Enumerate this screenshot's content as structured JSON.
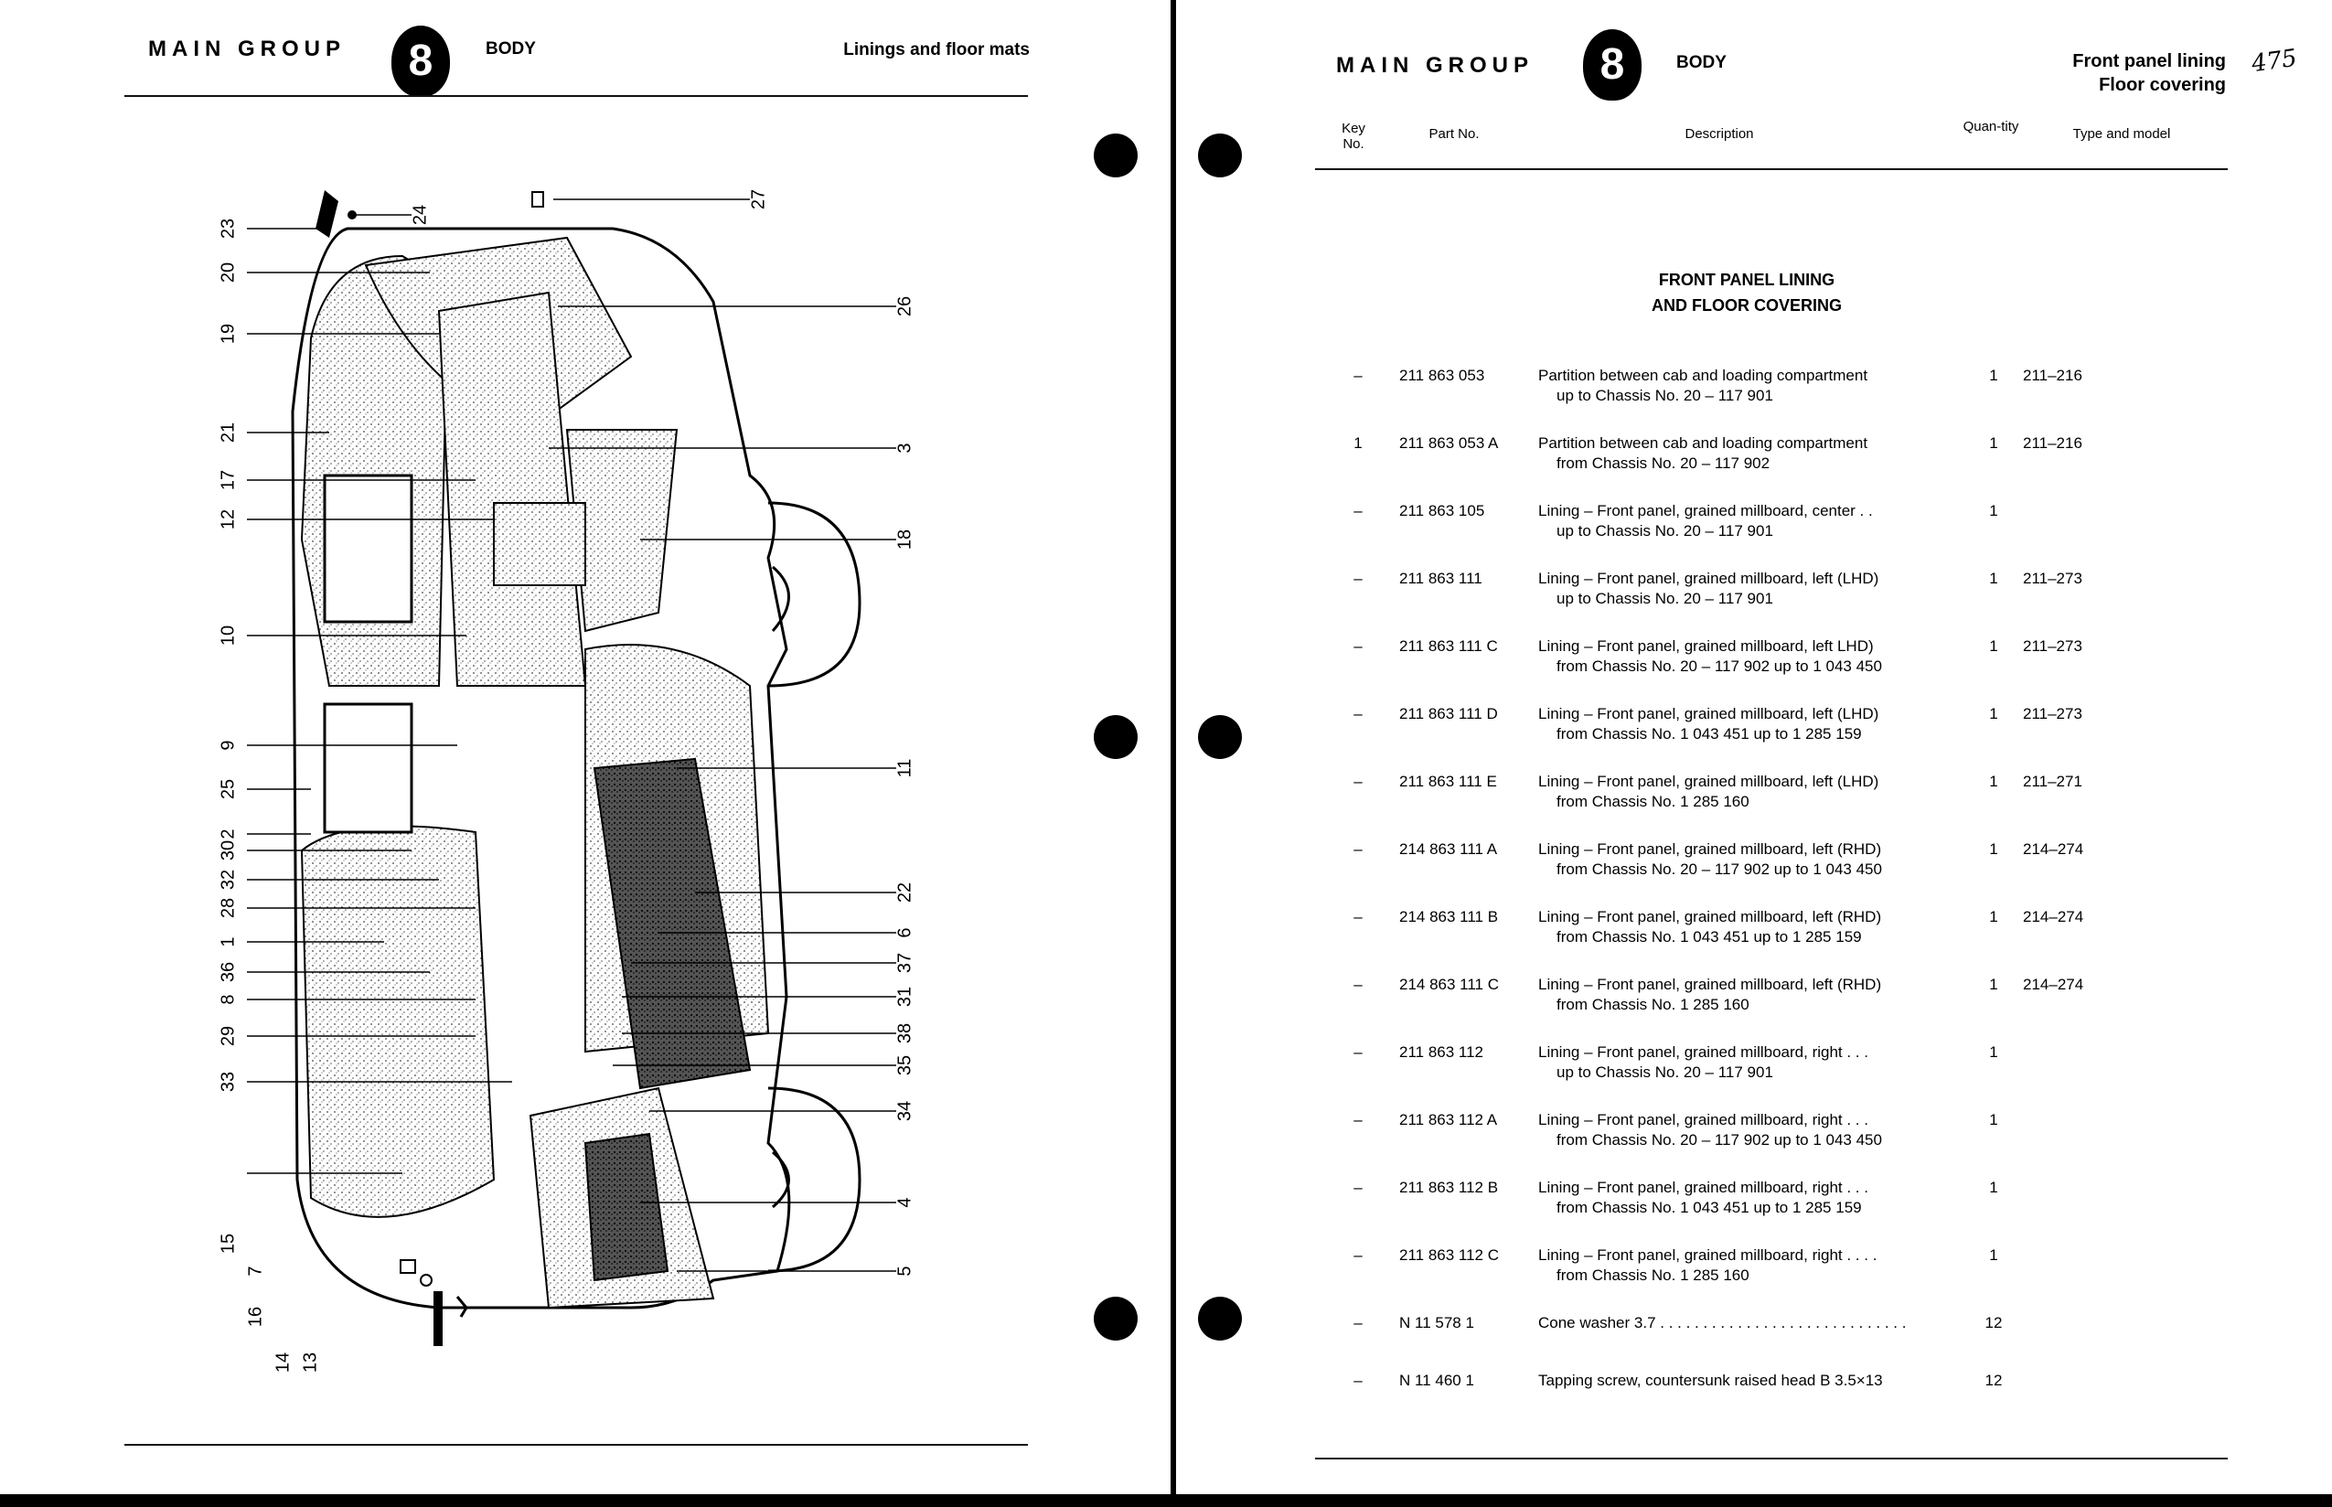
{
  "left": {
    "main_group": "MAIN GROUP",
    "group_no": "8",
    "body": "BODY",
    "title": "Linings and floor mats",
    "callouts": [
      "23",
      "24",
      "27",
      "20",
      "26",
      "19",
      "21",
      "3",
      "17",
      "12",
      "18",
      "10",
      "9",
      "11",
      "25",
      "2",
      "30",
      "32",
      "28",
      "1",
      "36",
      "8",
      "29",
      "33",
      "22",
      "6",
      "37",
      "31",
      "38",
      "35",
      "34",
      "4",
      "5",
      "7",
      "16",
      "14",
      "13",
      "15"
    ]
  },
  "right": {
    "main_group": "MAIN GROUP",
    "group_no": "8",
    "body": "BODY",
    "title_line1": "Front panel lining",
    "title_line2": "Floor covering",
    "handwritten": "475",
    "columns": {
      "key": "Key No.",
      "part": "Part No.",
      "desc": "Description",
      "qty": "Quan-tity",
      "type": "Type and model"
    },
    "section_line1": "FRONT PANEL LINING",
    "section_line2": "AND FLOOR COVERING",
    "rows": [
      {
        "key": "–",
        "part": "211 863 053",
        "d1": "Partition between cab and loading compartment",
        "d2": "up to Chassis No. 20 – 117 901",
        "qty": "1",
        "type": "211–216"
      },
      {
        "key": "1",
        "part": "211 863 053 A",
        "d1": "Partition between cab and loading compartment",
        "d2": "from Chassis No. 20 – 117 902",
        "qty": "1",
        "type": "211–216"
      },
      {
        "key": "–",
        "part": "211 863 105",
        "d1": "Lining – Front panel, grained millboard, center . .",
        "d2": "up to Chassis No. 20 – 117 901",
        "qty": "1",
        "type": ""
      },
      {
        "key": "–",
        "part": "211 863 111",
        "d1": "Lining – Front panel, grained millboard, left (LHD)",
        "d2": "up to Chassis No. 20 – 117 901",
        "qty": "1",
        "type": "211–273"
      },
      {
        "key": "–",
        "part": "211 863 111 C",
        "d1": "Lining – Front panel, grained millboard, left LHD)",
        "d2": "from Chassis No. 20 – 117 902 up to 1 043 450",
        "qty": "1",
        "type": "211–273"
      },
      {
        "key": "–",
        "part": "211 863 111 D",
        "d1": "Lining – Front panel, grained millboard, left (LHD)",
        "d2": "from Chassis No. 1 043 451 up to 1 285 159",
        "qty": "1",
        "type": "211–273"
      },
      {
        "key": "–",
        "part": "211 863 111 E",
        "d1": "Lining – Front panel, grained millboard, left (LHD)",
        "d2": "from Chassis No. 1 285 160",
        "qty": "1",
        "type": "211–271"
      },
      {
        "key": "–",
        "part": "214 863 111 A",
        "d1": "Lining – Front panel, grained millboard, left (RHD)",
        "d2": "from Chassis No. 20 – 117 902 up to 1 043 450",
        "qty": "1",
        "type": "214–274"
      },
      {
        "key": "–",
        "part": "214 863 111 B",
        "d1": "Lining – Front panel, grained millboard, left (RHD)",
        "d2": "from Chassis No. 1 043 451 up to 1 285 159",
        "qty": "1",
        "type": "214–274"
      },
      {
        "key": "–",
        "part": "214 863 111 C",
        "d1": "Lining – Front panel, grained millboard, left (RHD)",
        "d2": "from Chassis No. 1 285 160",
        "qty": "1",
        "type": "214–274"
      },
      {
        "key": "–",
        "part": "211 863 112",
        "d1": "Lining – Front panel, grained millboard, right . . .",
        "d2": "up to Chassis No. 20 – 117 901",
        "qty": "1",
        "type": ""
      },
      {
        "key": "–",
        "part": "211 863 112 A",
        "d1": "Lining – Front panel, grained millboard, right . . .",
        "d2": "from Chassis No. 20 – 117 902 up to 1 043 450",
        "qty": "1",
        "type": ""
      },
      {
        "key": "–",
        "part": "211 863 112 B",
        "d1": "Lining – Front panel, grained millboard, right . . .",
        "d2": "from Chassis No. 1 043 451 up to 1 285 159",
        "qty": "1",
        "type": ""
      },
      {
        "key": "–",
        "part": "211 863 112 C",
        "d1": "Lining – Front panel, grained millboard, right . . . .",
        "d2": "from Chassis No. 1 285 160",
        "qty": "1",
        "type": ""
      },
      {
        "key": "–",
        "part": "N 11 578 1",
        "d1": "Cone washer 3.7 . . . . . . . . . . . . . . . . . . . . . . . . . . . . .",
        "d2": "",
        "qty": "12",
        "type": ""
      },
      {
        "key": "–",
        "part": "N 11 460 1",
        "d1": "Tapping screw, countersunk raised head B 3.5×13",
        "d2": "",
        "qty": "12",
        "type": ""
      }
    ]
  }
}
